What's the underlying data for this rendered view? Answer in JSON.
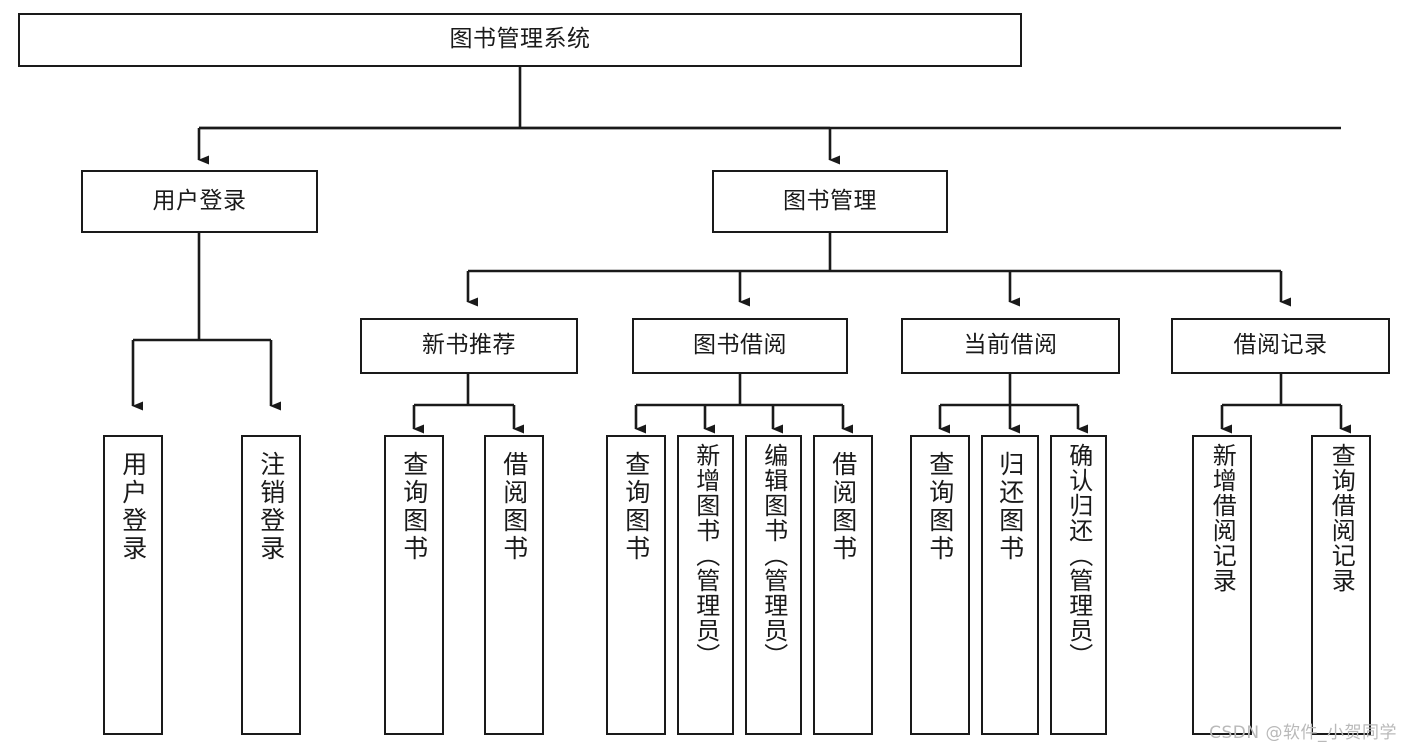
{
  "diagram": {
    "title": "图书管理系统",
    "type": "tree-hierarchy",
    "watermark": "CSDN @软件_小贺同学",
    "colors": {
      "box_border": "#1a1a1a",
      "box_fill": "#ffffff",
      "connector": "#1a1a1a",
      "canvas": "#ffffff",
      "watermark": "#b9b9b9"
    },
    "nodes": {
      "root": {
        "label": "图书管理系统"
      },
      "level2": [
        {
          "id": "user-login",
          "label": "用户登录"
        },
        {
          "id": "book-management",
          "label": "图书管理"
        }
      ],
      "level3": [
        {
          "id": "new-book-recommend",
          "label": "新书推荐"
        },
        {
          "id": "book-borrow",
          "label": "图书借阅"
        },
        {
          "id": "current-borrow",
          "label": "当前借阅"
        },
        {
          "id": "borrow-record",
          "label": "借阅记录"
        }
      ],
      "leaves": [
        {
          "id": "leaf-user-login",
          "label": "用户登录",
          "parent": "user-login"
        },
        {
          "id": "leaf-user-logout",
          "label": "注销登录",
          "parent": "user-login"
        },
        {
          "id": "leaf-query-book-1",
          "label": "查询图书",
          "parent": "new-book-recommend"
        },
        {
          "id": "leaf-borrow-book-1",
          "label": "借阅图书",
          "parent": "new-book-recommend"
        },
        {
          "id": "leaf-query-book-2",
          "label": "查询图书",
          "parent": "book-borrow"
        },
        {
          "id": "leaf-add-book",
          "label": "新增图书（管理员）",
          "parent": "book-borrow"
        },
        {
          "id": "leaf-edit-book",
          "label": "编辑图书（管理员）",
          "parent": "book-borrow"
        },
        {
          "id": "leaf-borrow-book-2",
          "label": "借阅图书",
          "parent": "book-borrow"
        },
        {
          "id": "leaf-query-book-3",
          "label": "查询图书",
          "parent": "current-borrow"
        },
        {
          "id": "leaf-return-book",
          "label": "归还图书",
          "parent": "current-borrow"
        },
        {
          "id": "leaf-confirm-return",
          "label": "确认归还（管理员）",
          "parent": "current-borrow"
        },
        {
          "id": "leaf-add-record",
          "label": "新增借阅记录",
          "parent": "borrow-record"
        },
        {
          "id": "leaf-query-record",
          "label": "查询借阅记录",
          "parent": "borrow-record"
        }
      ]
    }
  }
}
